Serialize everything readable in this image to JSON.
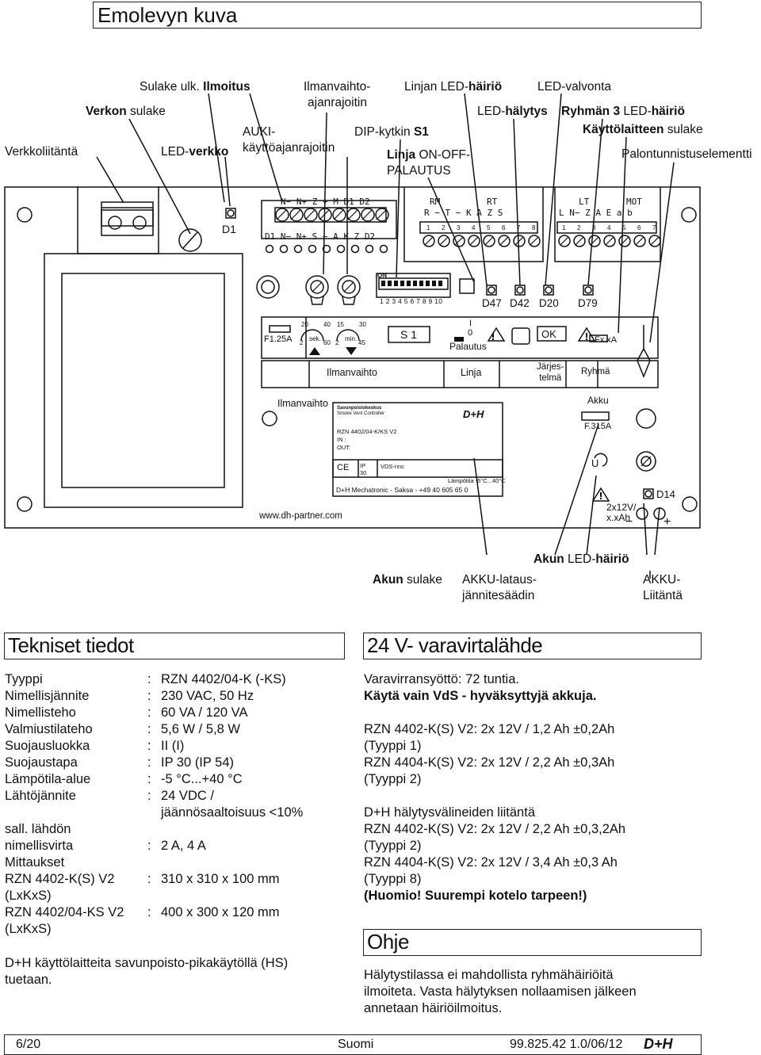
{
  "header": {
    "title": "Emolevyn kuva"
  },
  "callouts": {
    "sulake_ulk": "Sulake ulk.",
    "ilmoitus": "Ilmoitus",
    "verkon": "Verkon",
    "sulake": "sulake",
    "verkkoliitanta": "Verkkoliitäntä",
    "led_verkko_a": "LED-",
    "led_verkko_b": "verkko",
    "ilmanvaihto_ajanrajoitin_1": "Ilmanvaihto-",
    "ilmanvaihto_ajanrajoitin_2": "ajanrajoitin",
    "auki_1": "AUKI-",
    "auki_2": "käyttöajanrajoitin",
    "linjan_led_a": "Linjan LED-",
    "linjan_led_b": "häiriö",
    "led_halytys_a": "LED-",
    "led_halytys_b": "hälytys",
    "dip_a": "DIP-kytkin ",
    "dip_b": "S1",
    "linja_a": "Linja",
    "linja_b": " ON-OFF-",
    "palautus": "PALAUTUS",
    "led_valvonta": "LED-valvonta",
    "ryhman_a": "Ryhmän 3",
    "ryhman_b": " LED-",
    "ryhman_c": "häiriö",
    "kayttolaitteen_a": "Käyttölaitteen",
    "kayttolaitteen_b": " sulake",
    "palontunnistus": "Palontunnistuselementti",
    "akun_led_a": "Akun",
    "akun_led_b": " LED-",
    "akun_led_c": "häiriö",
    "akun_sulake_a": "Akun",
    "akun_sulake_b": " sulake",
    "akku_lataus_1": "AKKU-lataus-",
    "akku_lataus_2": "jännitesäädin",
    "akku_liitanta_1": "AKKU-",
    "akku_liitanta_2": "Liitäntä"
  },
  "board": {
    "d1": "D1",
    "terminal_top_1": "N− N+ Z  +  M  D1 D2",
    "terminal_bottom_1": "D1  N− N+ S  −  A  K  Z  D2",
    "rm": "RM",
    "rt": "RT",
    "rm_row": "R  −  T  −  K  A  Z  S",
    "rm_nums": [
      "1",
      "2",
      "3",
      "4",
      "5",
      "6",
      "7",
      "8"
    ],
    "lt": "LT",
    "mot": "MOT",
    "lt_row": "L  N−  Z  A  E  a  b",
    "lt_nums": [
      "1",
      "2",
      "3",
      "4",
      "5",
      "6",
      "7"
    ],
    "dip_on": "ON",
    "dip_nums": "1 2 3 4 5 6 7 8 9 10",
    "d47": "D47",
    "d42": "D42",
    "d20": "D20",
    "d79": "D79",
    "f125a": "F1.25A",
    "timer1_vals": [
      "20",
      "40",
      "2",
      "60"
    ],
    "timer1_unit": "sek.",
    "timer2_vals": [
      "15",
      "30",
      "2",
      "45"
    ],
    "timer2_unit": "min.",
    "s1": "S 1",
    "switch_i": "I",
    "switch_0": "0",
    "palautus": "Palautus",
    "ok": "OK",
    "fxa": "Fx.xA",
    "ilmanvaihto": "Ilmanvaihto",
    "linja": "Linja",
    "jarjestelma_1": "Järjes-",
    "jarjestelma_2": "telmä",
    "ryhma": "Ryhmä",
    "ilmanvaihto2": "Ilmanvaihto",
    "akku": "Akku",
    "f315a": "F.315A",
    "label_line1": "Savunpoistokeskus",
    "label_line2": "Smoke Vent Controller",
    "label_model": "RZN 4402/04-K/KS V2",
    "label_in": "IN :",
    "label_out": "OUT:",
    "label_ce": "CE",
    "label_ip": "IP",
    "label_ip_val": "30",
    "label_vds": "VDS-nro:",
    "label_temp": "Lämpötila -5°C...40°C",
    "label_footer": "D+H Mechatronic   -   Saksa   -   +49 40 605 65 0",
    "brand": "D+H",
    "www": "www.dh-partner.com",
    "u": "U",
    "d14": "D14",
    "battery_1": "2x12V/",
    "battery_2": "x.xAh",
    "minus": "−",
    "plus": "+"
  },
  "tech": {
    "heading": "Tekniset tiedot",
    "rows": [
      {
        "k": "Tyyppi",
        "v": "RZN 4402/04-K (-KS)"
      },
      {
        "k": "Nimellisjännite",
        "v": "230 VAC, 50 Hz"
      },
      {
        "k": "Nimellisteho",
        "v": "60 VA / 120 VA"
      },
      {
        "k": "Valmiustilateho",
        "v": "5,6 W / 5,8 W"
      },
      {
        "k": "Suojausluokka",
        "v": "II (I)"
      },
      {
        "k": "Suojaustapa",
        "v": "IP 30 (IP 54)"
      },
      {
        "k": "Lämpötila-alue",
        "v": "-5 °C...+40 °C"
      },
      {
        "k": "Lähtöjännite",
        "v": "24 VDC /"
      },
      {
        "k": "",
        "v": "jäännösaaltoisuus <10%"
      },
      {
        "k": "sall. lähdön",
        "v": ""
      },
      {
        "k": "nimellisvirta",
        "v": "2 A, 4 A"
      },
      {
        "k": "Mittaukset",
        "v": ""
      },
      {
        "k": "RZN 4402-K(S) V2",
        "v": "310 x 310 x 100 mm"
      },
      {
        "k": "(LxKxS)",
        "v": ""
      },
      {
        "k": "RZN 4402/04-KS V2",
        "v": "400 x 300 x 120 mm"
      },
      {
        "k": "(LxKxS)",
        "v": ""
      }
    ],
    "colon": ":",
    "note_1": "D+H käyttölaitteita savunpoisto-pikakäytöllä (HS)",
    "note_2": "tuetaan."
  },
  "battery": {
    "heading": "24 V- varavirtalähde",
    "l1": "Varavirransyöttö: 72 tuntia.",
    "l2": "Käytä vain VdS - hyväksyttyjä akkuja.",
    "l3": "RZN 4402-K(S) V2: 2x 12V / 1,2 Ah ±0,2Ah",
    "l4": "(Tyyppi 1)",
    "l5": "RZN 4404-K(S) V2: 2x 12V / 2,2 Ah ±0,3Ah",
    "l6": "(Tyyppi 2)",
    "l7": "D+H hälytysvälineiden liitäntä",
    "l8": "RZN 4402-K(S) V2: 2x 12V / 2,2 Ah ±0,3,2Ah",
    "l9": "(Tyyppi 2)",
    "l10": "RZN 4404-K(S) V2: 2x 12V / 3,4 Ah ±0,3 Ah",
    "l11": "(Tyyppi 8)",
    "l12": "(Huomio! Suurempi kotelo tarpeen!)"
  },
  "ohje": {
    "heading": "Ohje",
    "l1": "Hälytystilassa ei mahdollista ryhmähäiriöitä",
    "l2": "ilmoiteta. Vasta hälytyksen nollaamisen jälkeen",
    "l3": "annetaan häiriöilmoitus."
  },
  "footer": {
    "page": "6/20",
    "lang": "Suomi",
    "doc": "99.825.42 1.0/06/12",
    "brand": "D+H"
  }
}
